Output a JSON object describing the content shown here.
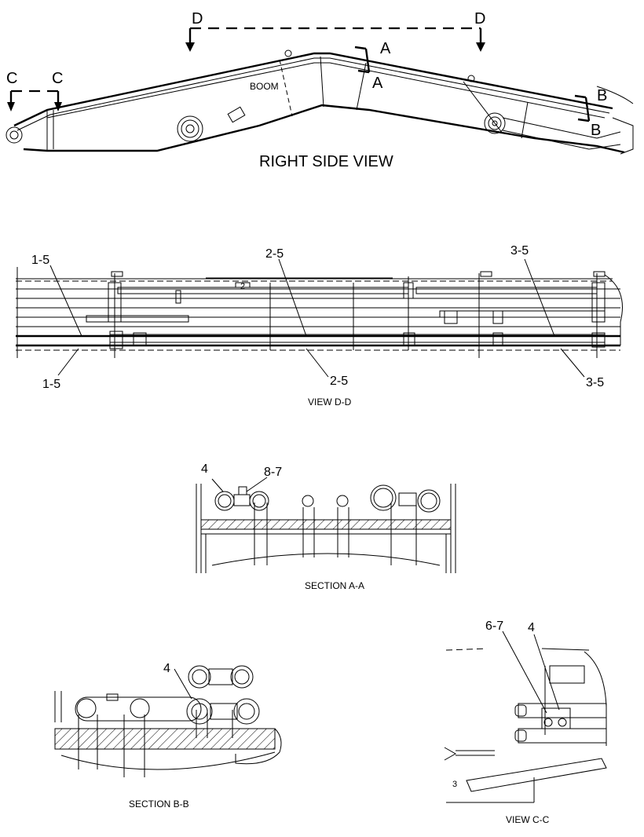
{
  "main_view": {
    "title": "RIGHT SIDE VIEW",
    "part_label": "BOOM",
    "section_markers": {
      "a": "A",
      "b": "B",
      "c": "C",
      "d": "D"
    }
  },
  "view_dd": {
    "title": "VIEW D-D",
    "callouts_top": [
      "1-5",
      "2-5",
      "3-5"
    ],
    "callouts_bottom": [
      "1-5",
      "2-5",
      "3-5"
    ],
    "center_mark": "2"
  },
  "section_aa": {
    "title": "SECTION A-A",
    "callouts": [
      "4",
      "8-7"
    ]
  },
  "section_bb": {
    "title": "SECTION B-B",
    "callouts": [
      "4"
    ]
  },
  "view_cc": {
    "title": "VIEW C-C",
    "callouts": [
      "6-7",
      "4"
    ],
    "small_mark": "3"
  }
}
